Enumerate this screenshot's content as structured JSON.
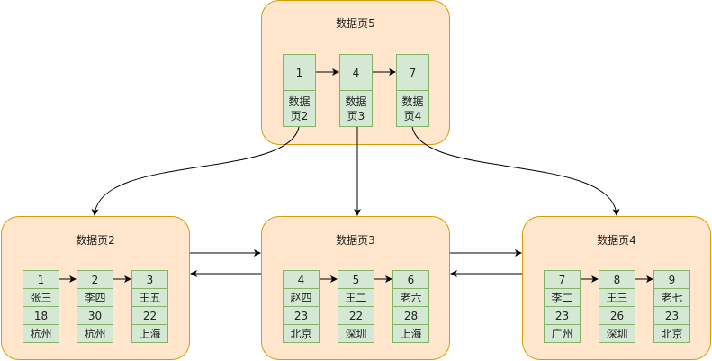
{
  "root_page": {
    "title": "数据页5",
    "entries": [
      {
        "key": "1",
        "pointer": "数据页2"
      },
      {
        "key": "4",
        "pointer": "数据页3"
      },
      {
        "key": "7",
        "pointer": "数据页4"
      }
    ]
  },
  "leaf_pages": [
    {
      "title": "数据页2",
      "records": [
        [
          "1",
          "张三",
          "18",
          "杭州"
        ],
        [
          "2",
          "李四",
          "30",
          "杭州"
        ],
        [
          "3",
          "王五",
          "22",
          "上海"
        ]
      ]
    },
    {
      "title": "数据页3",
      "records": [
        [
          "4",
          "赵四",
          "23",
          "北京"
        ],
        [
          "5",
          "王二",
          "22",
          "深圳"
        ],
        [
          "6",
          "老六",
          "28",
          "上海"
        ]
      ]
    },
    {
      "title": "数据页4",
      "records": [
        [
          "7",
          "李二",
          "23",
          "广州"
        ],
        [
          "8",
          "王三",
          "26",
          "深圳"
        ],
        [
          "9",
          "老七",
          "23",
          "北京"
        ]
      ]
    }
  ],
  "colors": {
    "page_fill": "#ffe6cc",
    "page_stroke": "#d79b00",
    "cell_fill": "#d5e8d4",
    "cell_stroke": "#82b366"
  }
}
